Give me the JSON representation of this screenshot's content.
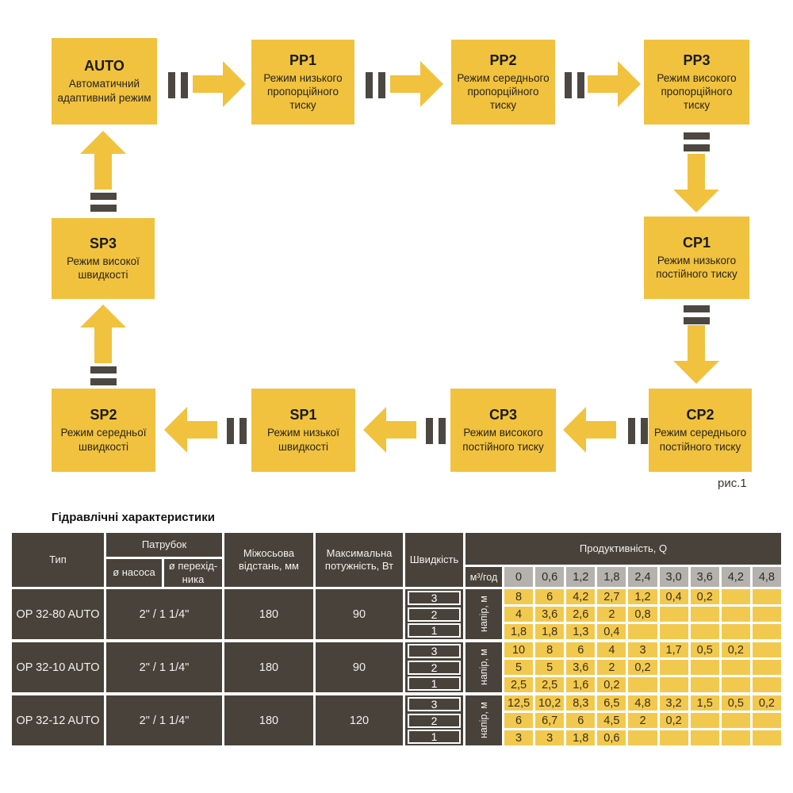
{
  "diagram": {
    "caption": "рис.1",
    "boxes": [
      {
        "code": "AUTO",
        "desc": "Автоматичний адаптивний режим"
      },
      {
        "code": "PP1",
        "desc": "Режим низького пропорційного тиску"
      },
      {
        "code": "PP2",
        "desc": "Режим середнього пропорційного тиску"
      },
      {
        "code": "PP3",
        "desc": "Режим високого пропорційного тиску"
      },
      {
        "code": "CP1",
        "desc": "Режим низького постійного тиску"
      },
      {
        "code": "CP2",
        "desc": "Режим середнього постійного тиску"
      },
      {
        "code": "CP3",
        "desc": "Режим високого постійного тиску"
      },
      {
        "code": "SP1",
        "desc": "Режим низької швидкості"
      },
      {
        "code": "SP2",
        "desc": "Режим середньої швидкості"
      },
      {
        "code": "SP3",
        "desc": "Режим високої швидкості"
      }
    ]
  },
  "table": {
    "title": "Гідравлічні характеристики",
    "headers": {
      "type": "Тип",
      "pipe": "Патрубок",
      "pump_d": "ø насоса",
      "adapter_d": "ø перехід- ника",
      "distance": "Міжосьова відстань, мм",
      "power": "Максимальна потужність, Вт",
      "speed": "Швидкість",
      "productivity": "Продуктивність, Q",
      "flow_unit": "м³/год",
      "head_unit": "напір, м"
    },
    "flow_values": [
      "0",
      "0,6",
      "1,2",
      "1,8",
      "2,4",
      "3,0",
      "3,6",
      "4,2",
      "4,8"
    ],
    "rows": [
      {
        "type": "OP 32-80 AUTO",
        "pipe": "2\" / 1 1/4\"",
        "distance": "180",
        "power": "90",
        "speeds": [
          "3",
          "2",
          "1"
        ],
        "values": [
          [
            "8",
            "6",
            "4,2",
            "2,7",
            "1,2",
            "0,4",
            "0,2",
            "",
            ""
          ],
          [
            "4",
            "3,6",
            "2,6",
            "2",
            "0,8",
            "",
            "",
            "",
            ""
          ],
          [
            "1,8",
            "1,8",
            "1,3",
            "0,4",
            "",
            "",
            "",
            "",
            ""
          ]
        ]
      },
      {
        "type": "OP 32-10 AUTO",
        "pipe": "2\" / 1 1/4\"",
        "distance": "180",
        "power": "90",
        "speeds": [
          "3",
          "2",
          "1"
        ],
        "values": [
          [
            "10",
            "8",
            "6",
            "4",
            "3",
            "1,7",
            "0,5",
            "0,2",
            ""
          ],
          [
            "5",
            "5",
            "3,6",
            "2",
            "0,2",
            "",
            "",
            "",
            ""
          ],
          [
            "2,5",
            "2,5",
            "1,6",
            "0,2",
            "",
            "",
            "",
            "",
            ""
          ]
        ]
      },
      {
        "type": "OP 32-12 AUTO",
        "pipe": "2\" / 1 1/4\"",
        "distance": "180",
        "power": "120",
        "speeds": [
          "3",
          "2",
          "1"
        ],
        "values": [
          [
            "12,5",
            "10,2",
            "8,3",
            "6,5",
            "4,8",
            "3,2",
            "1,5",
            "0,5",
            "0,2"
          ],
          [
            "6",
            "6,7",
            "6",
            "4,5",
            "2",
            "0,2",
            "",
            "",
            ""
          ],
          [
            "3",
            "3",
            "1,8",
            "0,6",
            "",
            "",
            "",
            "",
            ""
          ]
        ]
      }
    ],
    "colors": {
      "box_yellow": "#F1C23E",
      "cell_yellow": "#F2C94F",
      "dark": "#48423B",
      "gray_header": "#B5B1AC"
    }
  }
}
